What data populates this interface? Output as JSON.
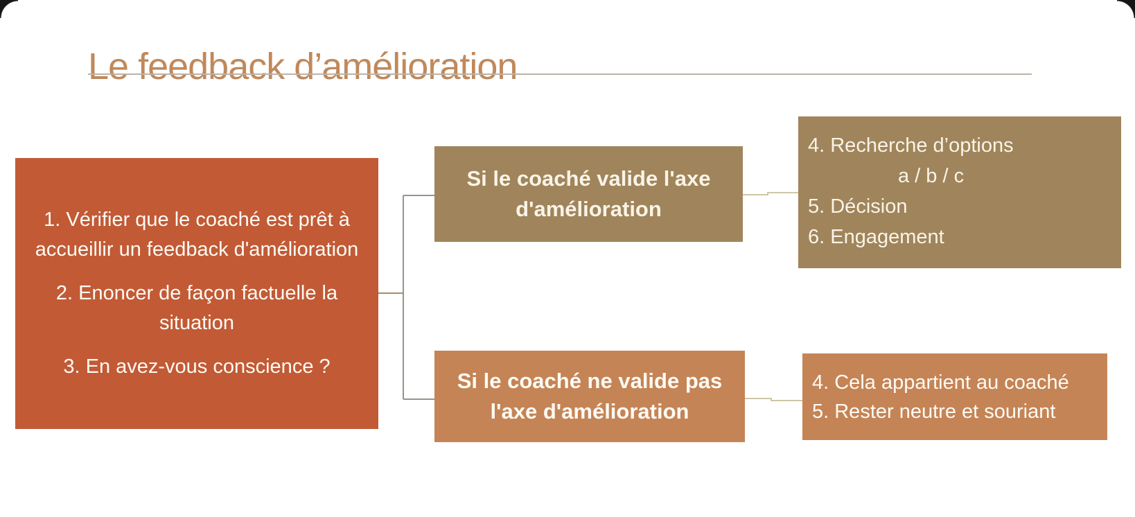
{
  "slide": {
    "title": "Le feedback d’amélioration"
  },
  "colors": {
    "title_text": "#C0895B",
    "steps_box": "#C25A36",
    "valid_boxes": "#A0845B",
    "invalid_boxes": "#C58456",
    "box_text": "#FDFBF4",
    "title_rule": "#BCB2A7",
    "connector_gray": "#97948C",
    "connector_tan": "#A98F62",
    "connector_light": "#CFC6A6"
  },
  "boxes": {
    "steps": {
      "items": [
        "1. Vérifier que le coaché est prêt à accueillir un feedback d'amélioration",
        "2. Enoncer de façon factuelle la situation",
        "3. En avez-vous conscience ?"
      ]
    },
    "valid": {
      "label": "Si le coaché valide l'axe d'amélioration"
    },
    "valid_outcomes": {
      "items": [
        "4. Recherche d’options",
        "a / b / c",
        "5. Décision",
        "6. Engagement"
      ]
    },
    "invalid": {
      "label": "Si le coaché ne valide pas l'axe d'amélioration"
    },
    "invalid_outcomes": {
      "items": [
        "4. Cela appartient au coaché",
        "5. Rester neutre et souriant"
      ]
    }
  }
}
